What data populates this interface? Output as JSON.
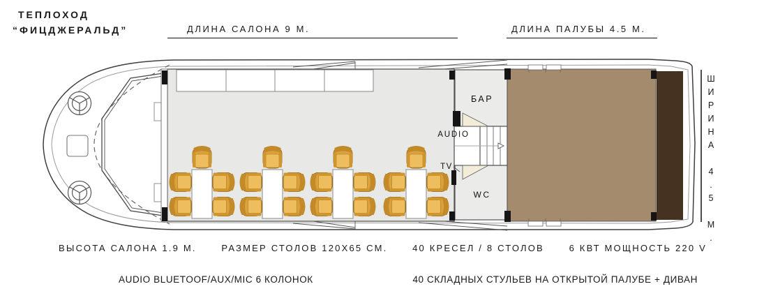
{
  "vessel": {
    "type_label": "ТЕПЛОХОД",
    "name_label": "“ФИЦДЖЕРАЛЬД”"
  },
  "dimensions": {
    "salon_length_label": "ДЛИНА САЛОНА 9 М.",
    "deck_length_label": "ДЛИНА ПАЛУБЫ 4.5 М.",
    "beam_label": "ШИРИНА 4.5 М."
  },
  "plan_labels": {
    "bar": "БАР",
    "audio": "AUDIO",
    "tv": "TV",
    "wc": "WC"
  },
  "specs_row1": [
    "ВЫСОТА САЛОНА 1.9 М.",
    "РАЗМЕР СТОЛОВ 120Х65 СМ.",
    "40 КРЕСЕЛ / 8 СТОЛОВ",
    "6 КВТ МОЩНОСТЬ 220 V"
  ],
  "specs_row2": [
    "AUDIO BLUETOOF/AUX/MIC 6 КОЛОНОК",
    "40 СКЛАДНЫХ СТУЛЬЕВ НА ОТКРЫТОЙ ПАЛУБЕ + ДИВАН"
  ],
  "colors": {
    "salon_floor": "#e8e8e6",
    "room_floor": "#ebebe9",
    "open_deck": "#a58b6d",
    "stern_sofa": "#463220",
    "chair_body": "#dca13a",
    "chair_seat": "#eebd5e",
    "accent_black": "#151515"
  }
}
